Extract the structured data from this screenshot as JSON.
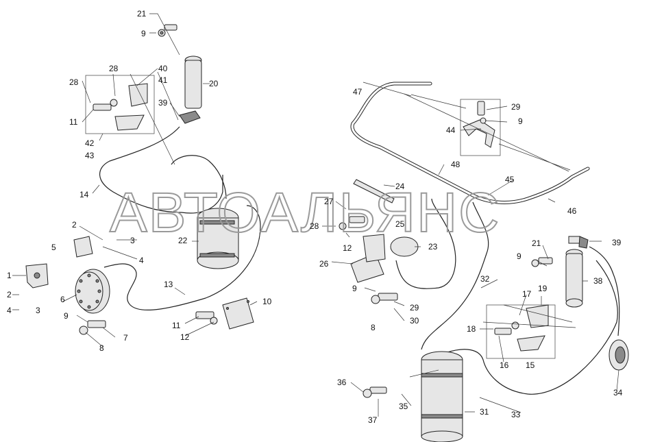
{
  "watermark": "АВТОАЛЬЯНС",
  "labels": {
    "l1": "1",
    "l2a": "2",
    "l2b": "2",
    "l3a": "3",
    "l3b": "3",
    "l4a": "4",
    "l4b": "4",
    "l5": "5",
    "l6": "6",
    "l7": "7",
    "l8a": "8",
    "l8b": "8",
    "l9a": "9",
    "l9b": "9",
    "l9c": "9",
    "l9d": "9",
    "l9e": "9",
    "l10": "10",
    "l11a": "11",
    "l11b": "11",
    "l12a": "12",
    "l12b": "12",
    "l13": "13",
    "l14": "14",
    "l15": "15",
    "l16": "16",
    "l17": "17",
    "l18": "18",
    "l19": "19",
    "l20": "20",
    "l21a": "21",
    "l21b": "21",
    "l22": "22",
    "l23": "23",
    "l24": "24",
    "l25": "25",
    "l26": "26",
    "l27": "27",
    "l28a": "28",
    "l28b": "28",
    "l29a": "29",
    "l29b": "29",
    "l30": "30",
    "l31": "31",
    "l32": "32",
    "l33": "33",
    "l34": "34",
    "l35": "35",
    "l36": "36",
    "l37": "37",
    "l38": "38",
    "l39a": "39",
    "l39b": "39",
    "l40": "40",
    "l41": "41",
    "l42": "42",
    "l43": "43",
    "l44": "44",
    "l45": "45",
    "l46": "46",
    "l47": "47",
    "l48": "48"
  }
}
